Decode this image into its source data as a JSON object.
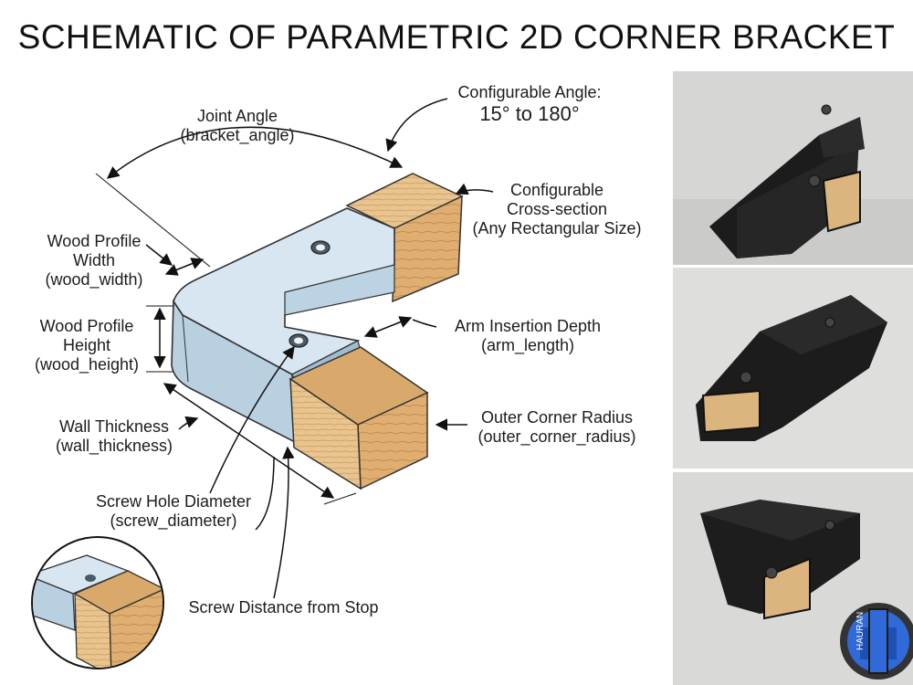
{
  "title": "SCHEMATIC OF PARAMETRIC 2D CORNER BRACKET",
  "labels": {
    "joint_angle": [
      "Joint Angle",
      "(bracket_angle)"
    ],
    "configurable_angle": [
      "Configurable Angle:",
      "15° to 180°"
    ],
    "cross_section": [
      "Configurable",
      "Cross-section",
      "(Any Rectangular Size)"
    ],
    "wood_width": [
      "Wood Profile",
      "Width",
      "(wood_width)"
    ],
    "wood_height": [
      "Wood Profile",
      "Height",
      "(wood_height)"
    ],
    "arm_length": [
      "Arm Insertion Depth",
      "(arm_length)"
    ],
    "wall_thickness": [
      "Wall Thickness",
      "(wall_thickness)"
    ],
    "outer_radius": [
      "Outer Corner Radius",
      "(outer_corner_radius)"
    ],
    "screw_diameter": [
      "Screw Hole Diameter",
      "(screw_diameter)"
    ],
    "screw_distance": [
      "Screw Distance from Stop"
    ]
  },
  "logo_text": "HAURAN",
  "colors": {
    "bracket": "#cfe0ec",
    "bracket_dark": "#a9c3d6",
    "wood": "#e8c08a",
    "wood_dark": "#d5a467",
    "printed_part": "#1b1b1b",
    "logo_blue": "#2f6ad8"
  }
}
